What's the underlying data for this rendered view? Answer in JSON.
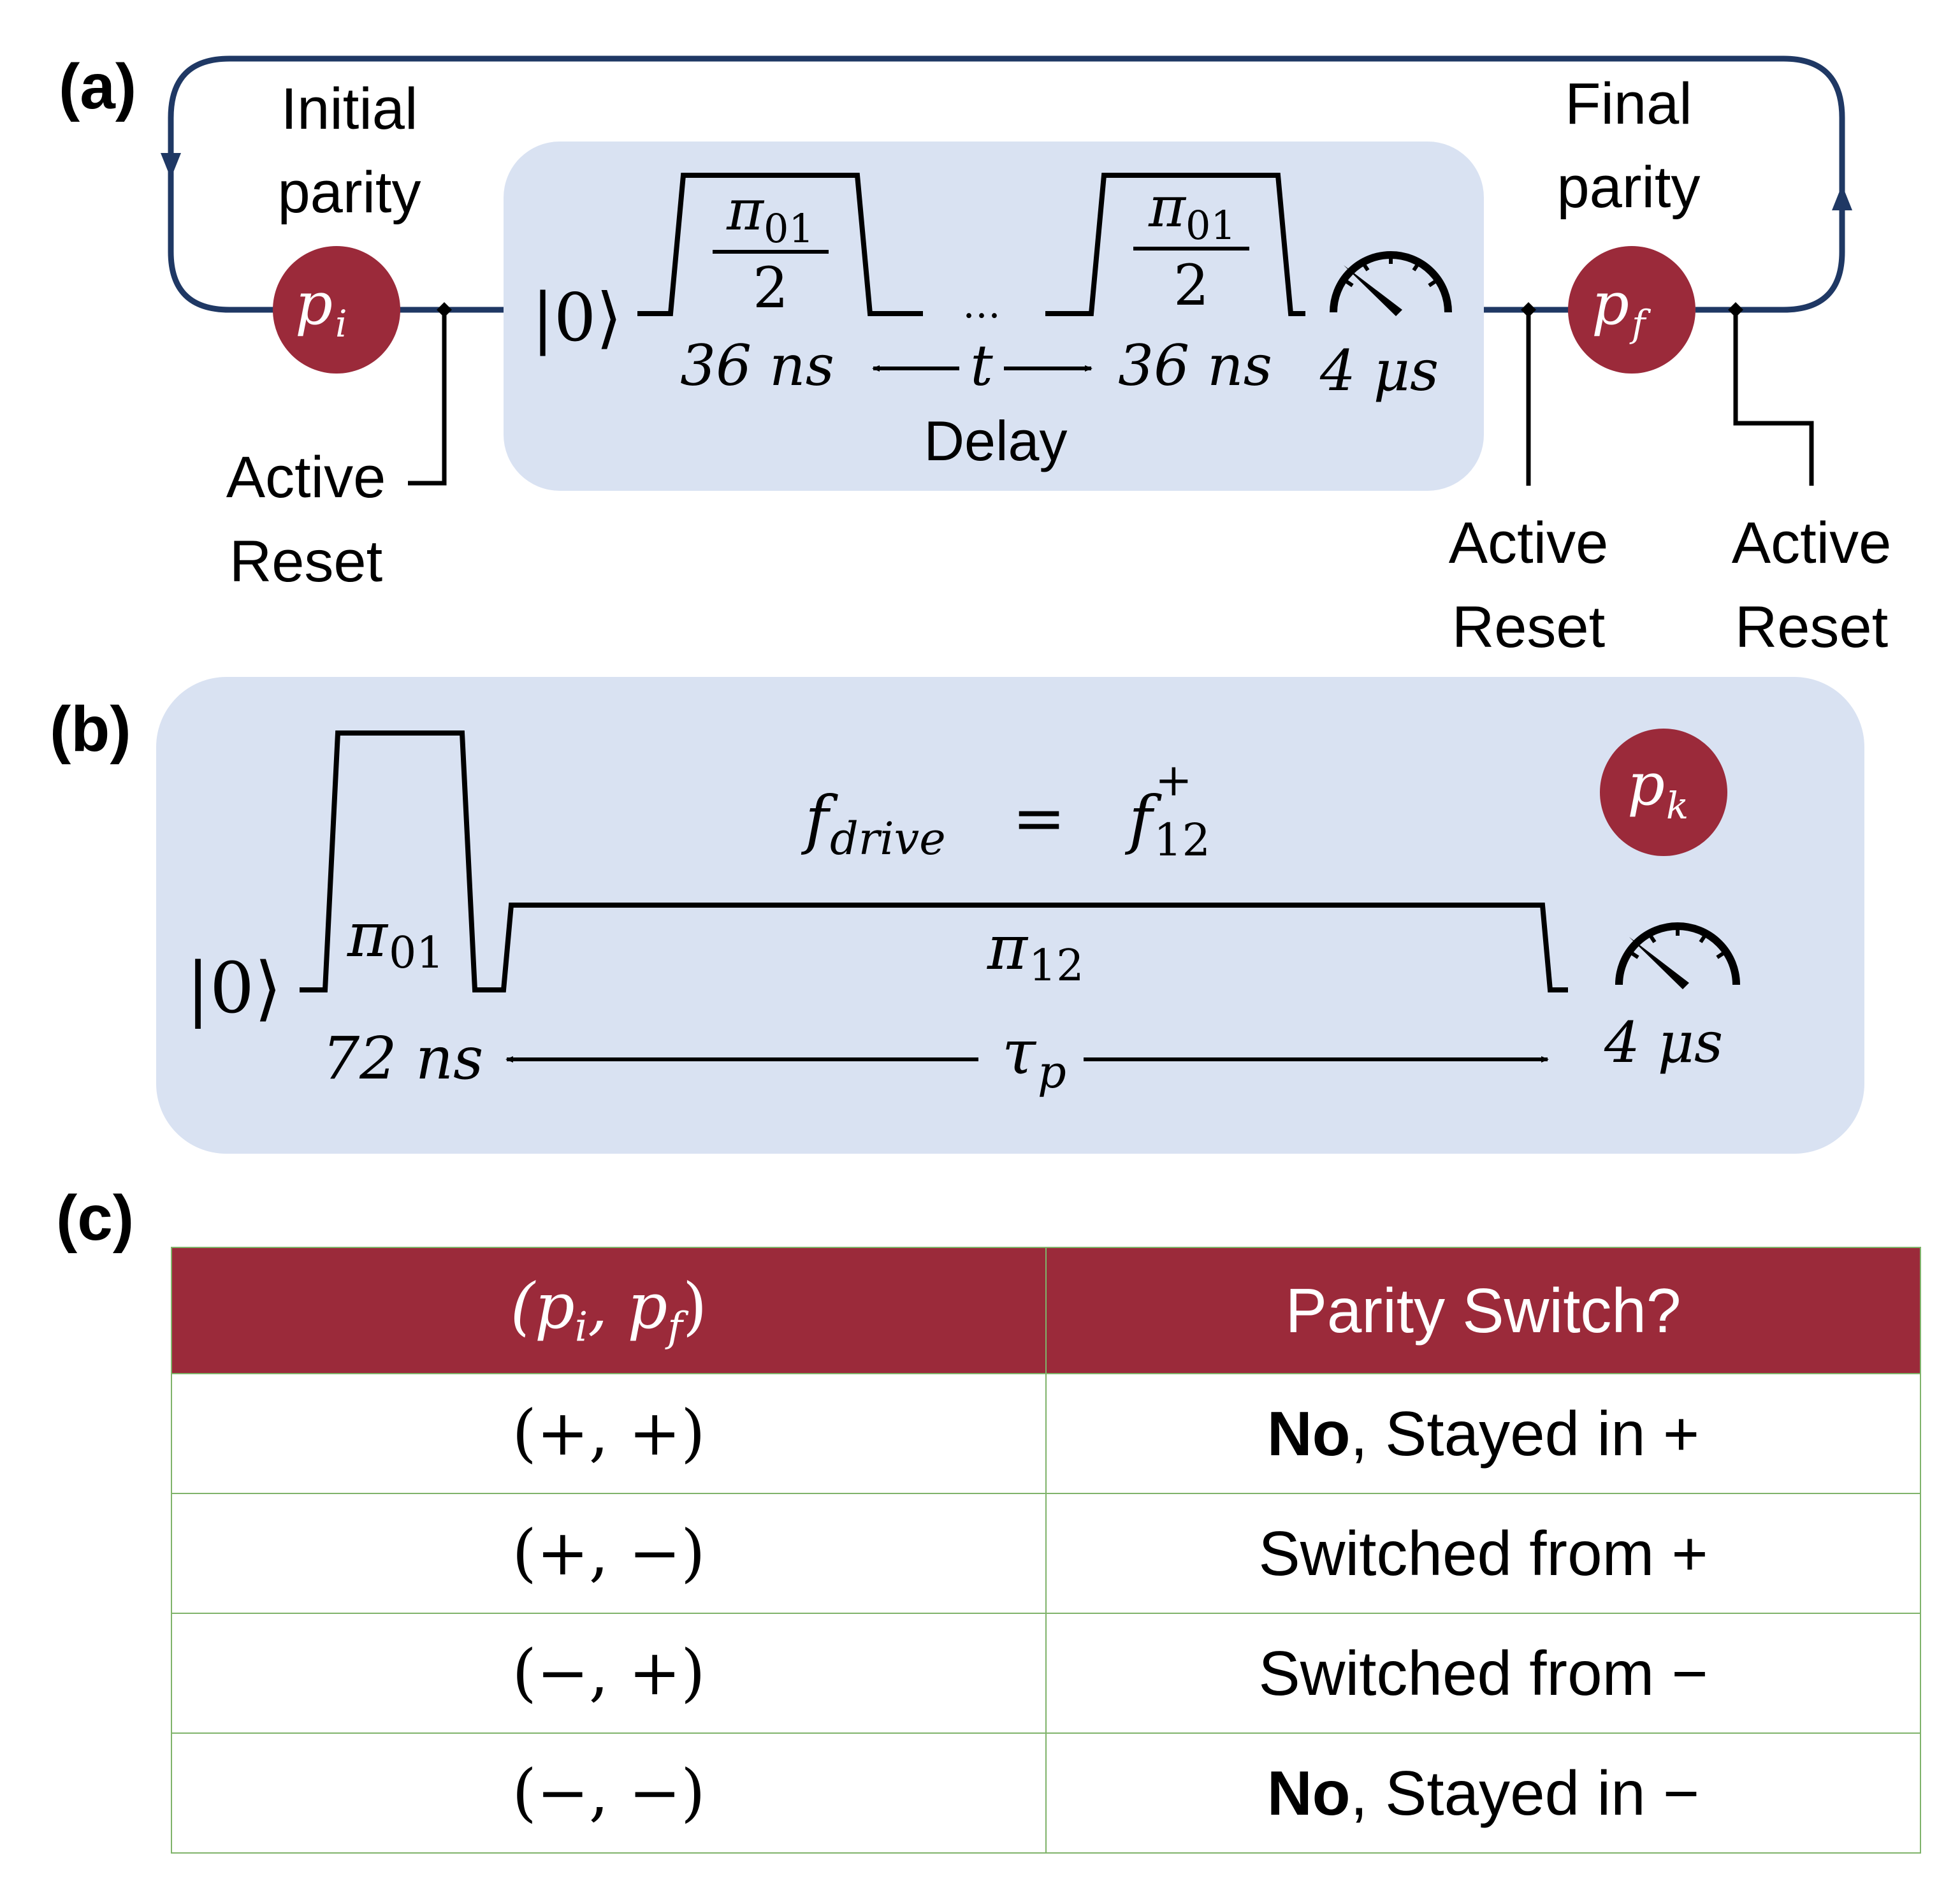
{
  "panels": {
    "a": {
      "tag": "(a)",
      "initial_parity": [
        "Initial",
        "parity"
      ],
      "final_parity": [
        "Final",
        "parity"
      ],
      "p_i": "p",
      "p_i_sub": "i",
      "p_f": "p",
      "p_f_sub": "f",
      "ket": "|0⟩",
      "pulse_num": "π",
      "pulse_num_sub": "01",
      "pulse_den": "2",
      "dots": "…",
      "pulse1_duration": "36 ns",
      "pulse2_duration": "36 ns",
      "delay_symbol": "t",
      "delay_label": "Delay",
      "readout_duration": "4 μs",
      "active_reset": [
        "Active",
        "Reset"
      ]
    },
    "b": {
      "tag": "(b)",
      "ket": "|0⟩",
      "pi01": "π",
      "pi01_sub": "01",
      "pi12": "π",
      "pi12_sub": "12",
      "f_drive": "f",
      "f_drive_sub": "drive",
      "equals": "=",
      "f12": "f",
      "f12_sub": "12",
      "f12_sup": "+",
      "pk": "p",
      "pk_sub": "k",
      "pulse_duration": "72 ns",
      "tau": "τ",
      "tau_sub": "p",
      "readout_duration": "4 μs"
    },
    "c": {
      "tag": "(c)",
      "header": [
        "(p",
        "i",
        ", p",
        "f",
        ")"
      ],
      "header2": "Parity Switch?",
      "rows": [
        {
          "pair": "(+, +)",
          "bold": "No",
          "rest": ", Stayed in +"
        },
        {
          "pair": "(+, −)",
          "bold": "",
          "rest": "Switched from +"
        },
        {
          "pair": "(−, +)",
          "bold": "",
          "rest": "Switched from −"
        },
        {
          "pair": "(−, −)",
          "bold": "No",
          "rest": ", Stayed in −"
        }
      ]
    }
  },
  "colors": {
    "box": "#d9e2f2",
    "loop": "#1f3864",
    "node": "#9b2a3a",
    "header": "#9b2a3a"
  }
}
